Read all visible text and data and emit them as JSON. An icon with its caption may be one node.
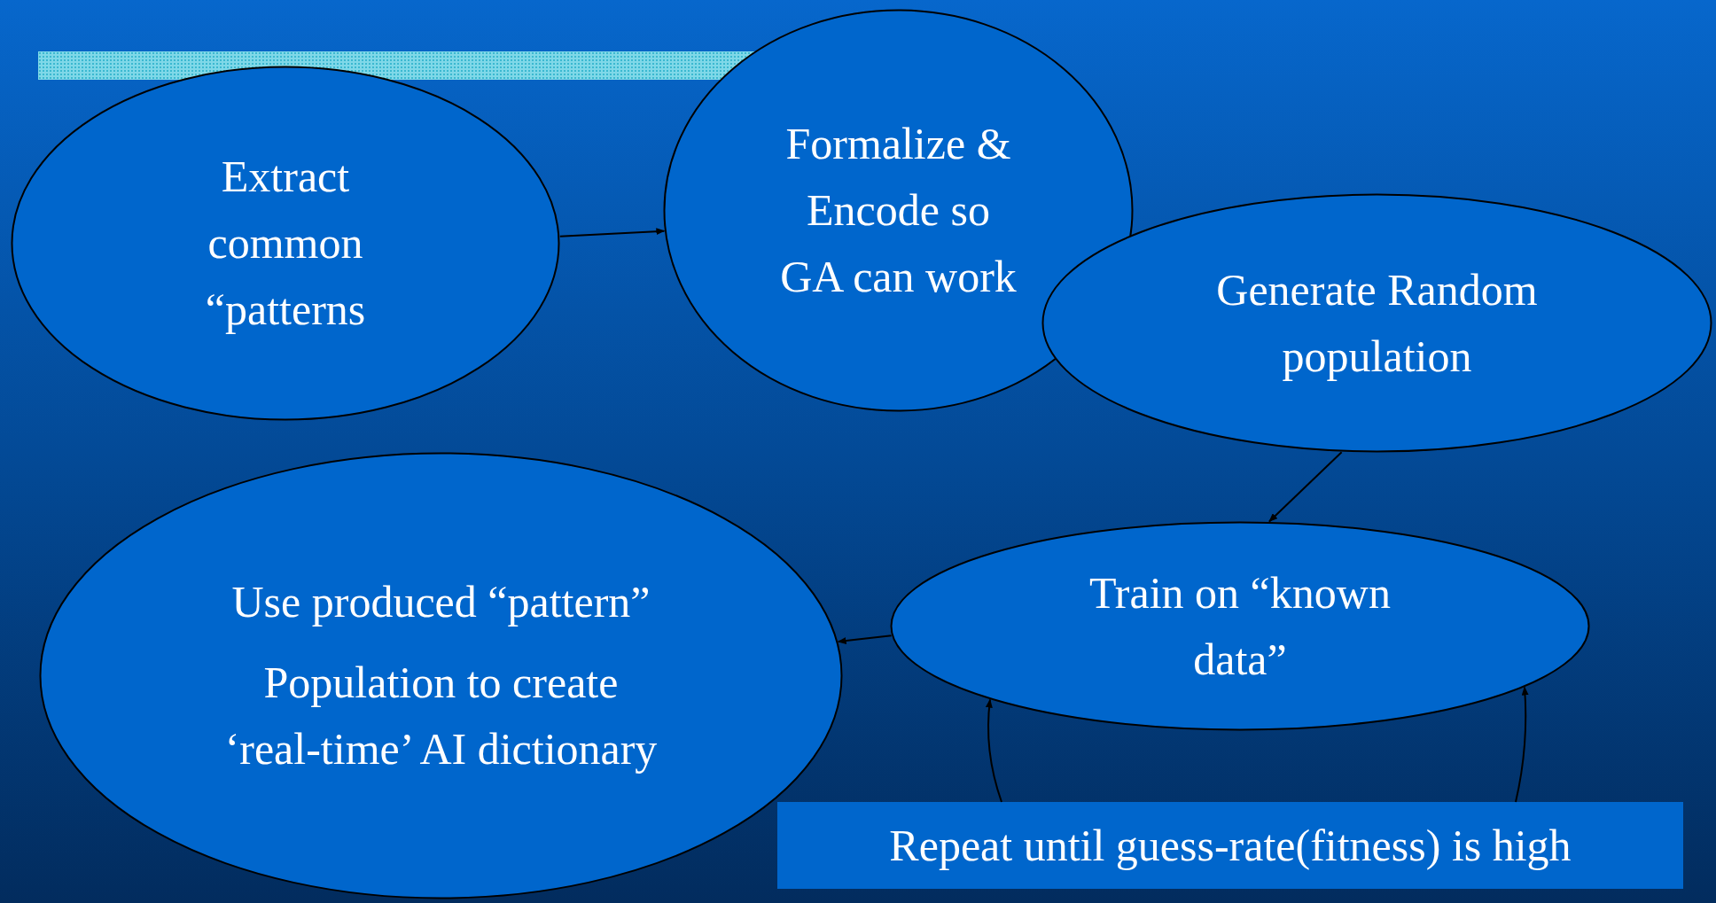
{
  "diagram": {
    "nodes": [
      {
        "text": [
          "Extract common “patterns"
        ]
      },
      {
        "text": [
          "Formalize & Encode so GA can work"
        ]
      },
      {
        "text": [
          "Generate Random population"
        ]
      },
      {
        "text": [
          "Train on “known data”"
        ]
      },
      {
        "text": [
          "Use produced “pattern”",
          "Population to create ‘real-time’ AI dictionary"
        ]
      },
      {
        "text": [
          "Repeat until guess-rate(fitness) is high"
        ]
      }
    ],
    "edges": [
      {
        "from": 0,
        "to": 1,
        "arrow": "to"
      },
      {
        "from": 2,
        "to": 3,
        "arrow": "to"
      },
      {
        "from": 3,
        "to": 4,
        "arrow": "to"
      },
      {
        "from": 5,
        "to": 3,
        "arrow": "to"
      },
      {
        "from": 5,
        "to": 3,
        "arrow": "to"
      }
    ]
  }
}
